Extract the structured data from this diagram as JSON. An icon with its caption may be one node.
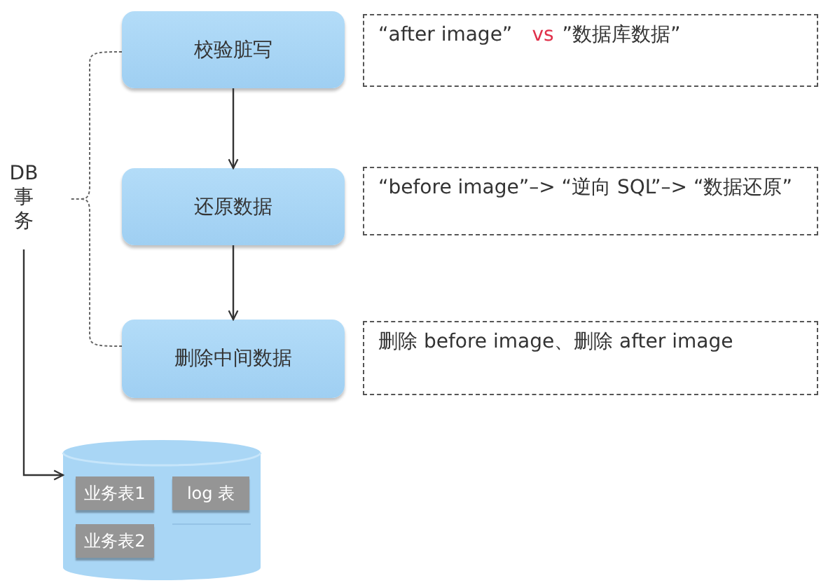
{
  "diagram": {
    "nodes": [
      {
        "text": [
          "校验脏写"
        ]
      },
      {
        "text": [
          "还原数据"
        ]
      },
      {
        "text": [
          "删除中间数据"
        ]
      },
      {
        "text": [
          "“after  image”",
          "vs",
          "”数据库数据”"
        ]
      },
      {
        "text": [
          "“before image”–> “逆向 SQL”–> “数据还原”"
        ]
      },
      {
        "text": [
          "删除 before image、删除 after image"
        ]
      },
      {
        "text": [
          "DB 事务"
        ]
      },
      {
        "text": [],
        "shape": "cylinder"
      },
      {
        "text": [
          "业务表1"
        ],
        "in": 7
      },
      {
        "text": [
          "log 表"
        ],
        "in": 7
      },
      {
        "text": [
          "业务表2"
        ],
        "in": 7
      }
    ],
    "edges": [
      {
        "from": 0,
        "to": 1,
        "arrow": "to"
      },
      {
        "from": 1,
        "to": 2,
        "arrow": "to"
      },
      {
        "from": 6,
        "to": 7,
        "arrow": "to"
      }
    ]
  }
}
